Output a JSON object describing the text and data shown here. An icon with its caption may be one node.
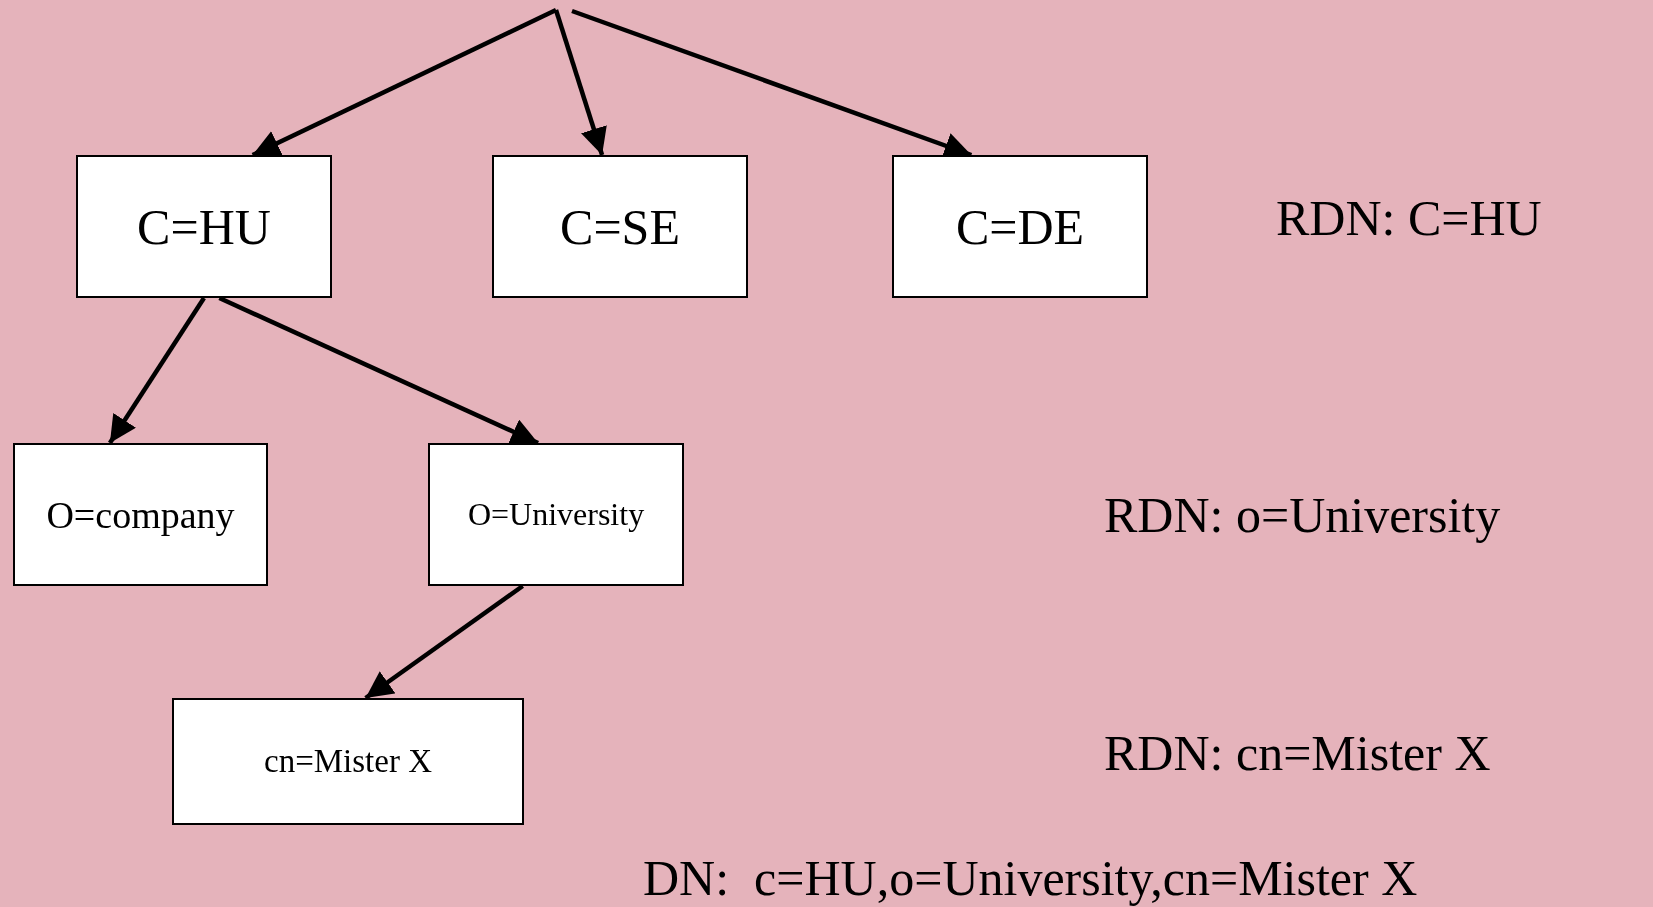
{
  "diagram": {
    "nodes": [
      {
        "text": [
          "C=HU"
        ]
      },
      {
        "text": [
          "C=SE"
        ]
      },
      {
        "text": [
          "C=DE"
        ]
      },
      {
        "text": [
          "O=company"
        ]
      },
      {
        "text": [
          "O=University"
        ]
      },
      {
        "text": [
          "cn=Mister X"
        ]
      }
    ],
    "edges": [
      {
        "from": null,
        "to": 0,
        "arrow": "to"
      },
      {
        "from": null,
        "to": 1,
        "arrow": "to"
      },
      {
        "from": null,
        "to": 2,
        "arrow": "to"
      },
      {
        "from": 0,
        "to": 3,
        "arrow": "to"
      },
      {
        "from": 0,
        "to": 4,
        "arrow": "to"
      },
      {
        "from": 4,
        "to": 5,
        "arrow": "to"
      }
    ],
    "labels": [
      "RDN: C=HU",
      "RDN: o=University",
      "RDN: cn=Mister X",
      "DN:  c=HU,o=University,cn=Mister X"
    ]
  }
}
